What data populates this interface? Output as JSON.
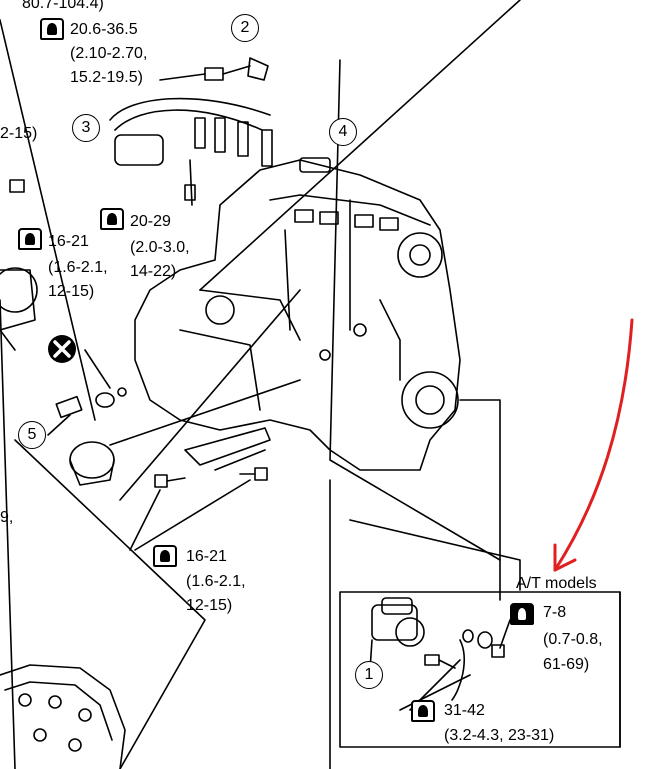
{
  "top_cut_text": "80.7-104.4)",
  "left_cut_text": "2-15)",
  "left_cut_text_2": "9,",
  "callouts": [
    "1",
    "2",
    "3",
    "4",
    "5"
  ],
  "torque_specs": [
    {
      "line1": "20.6-36.5",
      "line2": "(2.10-2.70,",
      "line3": "15.2-19.5)"
    },
    {
      "line1": "20-29",
      "line2": "(2.0-3.0,",
      "line3": "14-22)"
    },
    {
      "line1": "16-21",
      "line2": "(1.6-2.1,",
      "line3": "12-15)"
    },
    {
      "line1": "16-21",
      "line2": "(1.6-2.1,",
      "line3": "12-15)"
    },
    {
      "line1": "7-8",
      "line2": "(0.7-0.8,",
      "line3": "61-69)"
    },
    {
      "line1": "31-42",
      "line2": "(3.2-4.3, 23-31)"
    }
  ],
  "inset_title": "A/T models",
  "colors": {
    "line": "#000000",
    "annotation": "#e02020",
    "background": "#ffffff"
  },
  "icons": [
    "wrench-torque-icon",
    "do-not-reuse-icon",
    "annotation-arrow-icon"
  ]
}
